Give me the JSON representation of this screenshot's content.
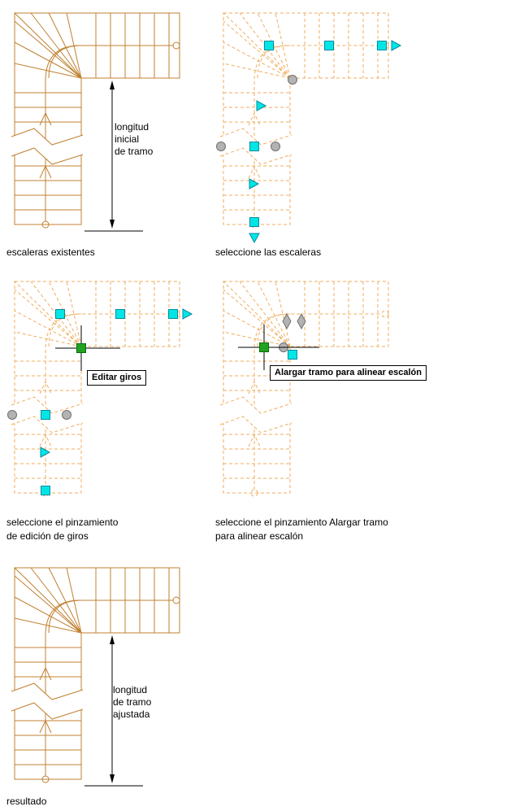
{
  "colors": {
    "stair_solid": "#c08030",
    "stair_dashed": "#f0ad5e",
    "grip_cyan": "#00e6e6",
    "grip_gray": "#b3b3b3",
    "grip_green": "#21a321",
    "crosshair": "#000000",
    "text": "#000000"
  },
  "panels": {
    "existing": {
      "caption": "escaleras existentes",
      "dim_label": "longitud\ninicial\nde tramo"
    },
    "select_stairs": {
      "caption": "seleccione las escaleras"
    },
    "edit_turns": {
      "caption": "seleccione el pinzamiento\nde edición de giros",
      "tooltip": "Editar giros"
    },
    "lengthen_flight": {
      "caption": "seleccione el pinzamiento Alargar tramo\npara alinear escalón",
      "tooltip": "Alargar tramo para alinear escalón"
    },
    "result": {
      "caption": "resultado",
      "dim_label": "longitud\nde tramo\najustada"
    }
  }
}
